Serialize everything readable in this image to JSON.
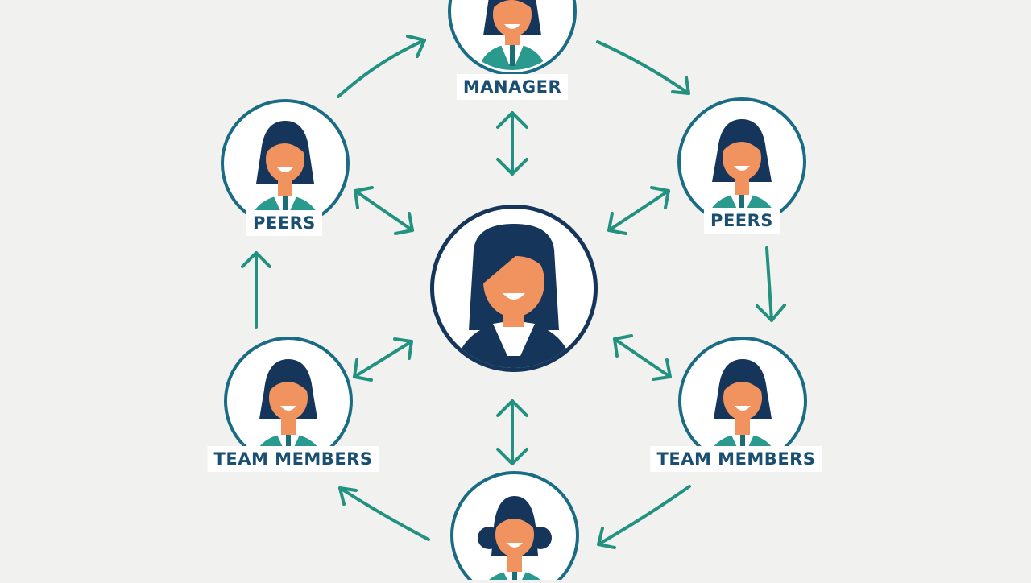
{
  "nodes": {
    "manager": {
      "label": "MANAGER"
    },
    "peers_left": {
      "label": "PEERS"
    },
    "peers_right": {
      "label": "PEERS"
    },
    "team_left": {
      "label": "TEAM MEMBERS"
    },
    "team_right": {
      "label": "TEAM MEMBERS"
    },
    "bottom": {
      "label": ""
    }
  },
  "colors": {
    "background": "#f1f1f0",
    "navy": "#15355a",
    "ring": "#1a6b84",
    "arrow": "#23917f",
    "skin": "#f0935e",
    "shirt": "#2b9a8e",
    "label_text": "#1b4f72"
  },
  "icons": [
    "person-icon",
    "double-arrow-icon",
    "arrow-icon"
  ]
}
